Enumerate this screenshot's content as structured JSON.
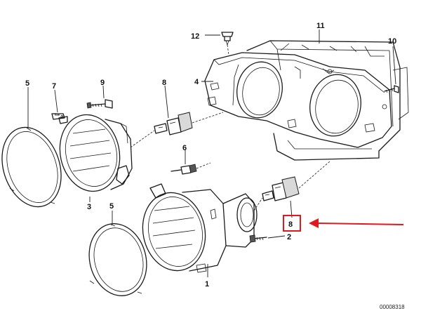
{
  "callouts": {
    "c1": "1",
    "c2": "2",
    "c3": "3",
    "c4": "4",
    "c5a": "5",
    "c5b": "5",
    "c6": "6",
    "c7": "7",
    "c8a": "8",
    "c8b": "8",
    "c9": "9",
    "c10": "10",
    "c11": "11",
    "c12": "12"
  },
  "highlight": {
    "part_number": "8",
    "color": "#e0191e"
  },
  "catalog_number": "00008318"
}
